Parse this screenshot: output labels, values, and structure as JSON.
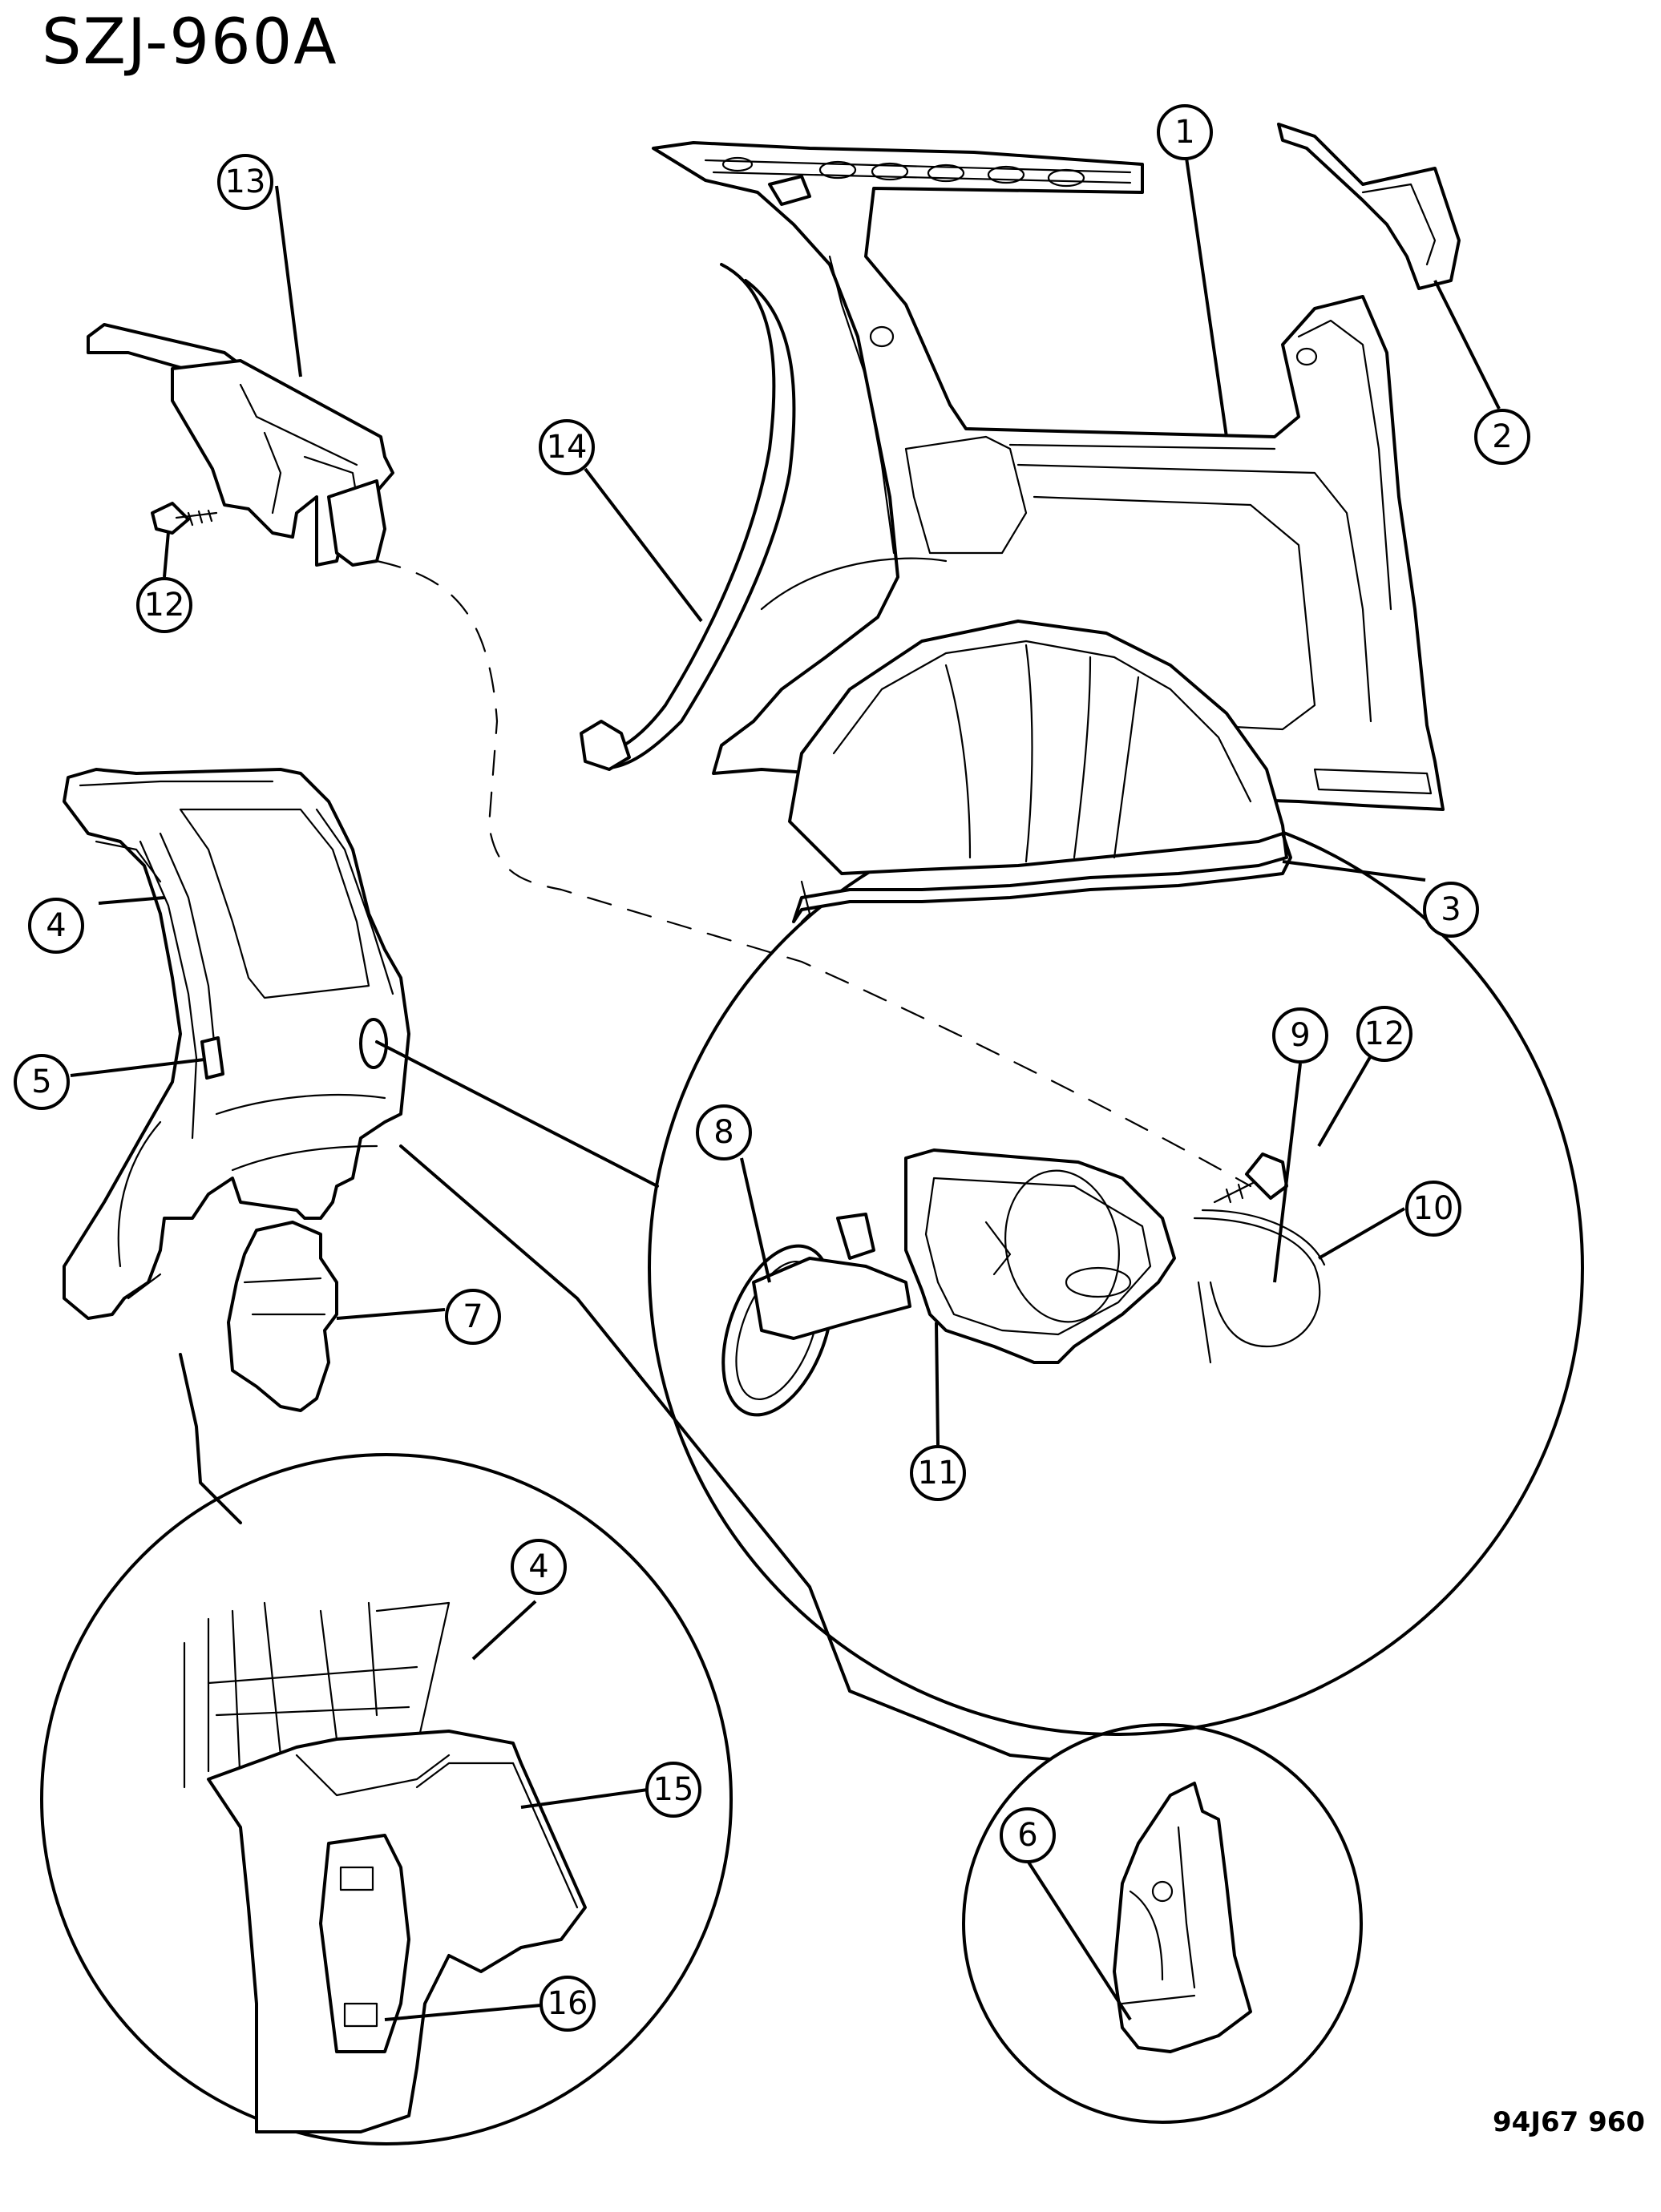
{
  "title": "SZJ-960A",
  "footer_code": "94J67 960",
  "callouts": [
    {
      "id": "c1",
      "number": "1"
    },
    {
      "id": "c2",
      "number": "2"
    },
    {
      "id": "c3",
      "number": "3"
    },
    {
      "id": "c4a",
      "number": "4"
    },
    {
      "id": "c4b",
      "number": "4"
    },
    {
      "id": "c5",
      "number": "5"
    },
    {
      "id": "c6",
      "number": "6"
    },
    {
      "id": "c7",
      "number": "7"
    },
    {
      "id": "c8",
      "number": "8"
    },
    {
      "id": "c9",
      "number": "9"
    },
    {
      "id": "c10",
      "number": "10"
    },
    {
      "id": "c11",
      "number": "11"
    },
    {
      "id": "c12a",
      "number": "12"
    },
    {
      "id": "c12b",
      "number": "12"
    },
    {
      "id": "c13",
      "number": "13"
    },
    {
      "id": "c14",
      "number": "14"
    },
    {
      "id": "c15",
      "number": "15"
    },
    {
      "id": "c16",
      "number": "16"
    }
  ]
}
